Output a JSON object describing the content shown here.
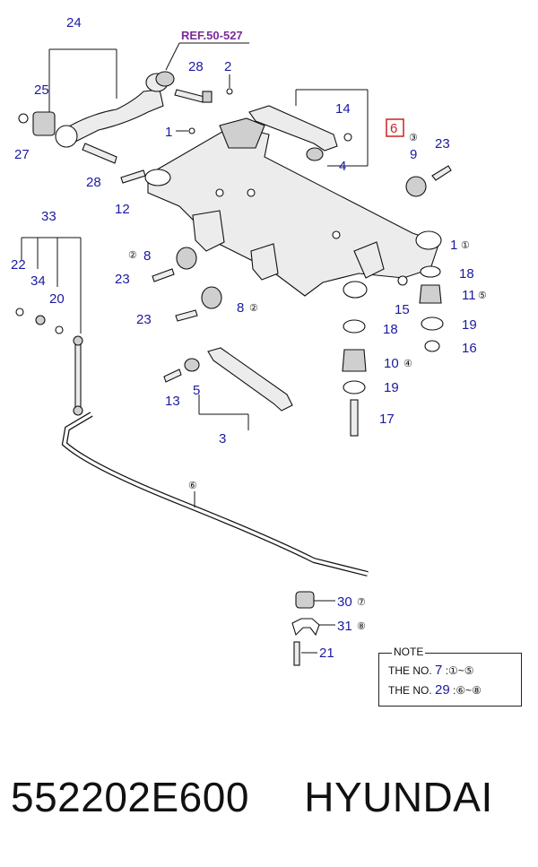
{
  "ref_label": "REF.50-527",
  "callouts": [
    {
      "id": "24",
      "text": "24"
    },
    {
      "id": "25",
      "text": "25"
    },
    {
      "id": "27",
      "text": "27"
    },
    {
      "id": "28a",
      "text": "28"
    },
    {
      "id": "28b",
      "text": "28"
    },
    {
      "id": "2",
      "text": "2"
    },
    {
      "id": "1a",
      "text": "1"
    },
    {
      "id": "14",
      "text": "14"
    },
    {
      "id": "6box",
      "text": "6"
    },
    {
      "id": "4",
      "text": "4"
    },
    {
      "id": "9",
      "text": "9"
    },
    {
      "id": "23a",
      "text": "23"
    },
    {
      "id": "12",
      "text": "12"
    },
    {
      "id": "33",
      "text": "33"
    },
    {
      "id": "22",
      "text": "22"
    },
    {
      "id": "34",
      "text": "34"
    },
    {
      "id": "20",
      "text": "20"
    },
    {
      "id": "1b",
      "text": "1"
    },
    {
      "id": "8a",
      "text": "8"
    },
    {
      "id": "23b",
      "text": "23"
    },
    {
      "id": "18a",
      "text": "18"
    },
    {
      "id": "11",
      "text": "11"
    },
    {
      "id": "15",
      "text": "15"
    },
    {
      "id": "8b",
      "text": "8"
    },
    {
      "id": "23c",
      "text": "23"
    },
    {
      "id": "18b",
      "text": "18"
    },
    {
      "id": "19a",
      "text": "19"
    },
    {
      "id": "16",
      "text": "16"
    },
    {
      "id": "10",
      "text": "10"
    },
    {
      "id": "13",
      "text": "13"
    },
    {
      "id": "5",
      "text": "5"
    },
    {
      "id": "19b",
      "text": "19"
    },
    {
      "id": "17",
      "text": "17"
    },
    {
      "id": "3",
      "text": "3"
    },
    {
      "id": "30",
      "text": "30"
    },
    {
      "id": "31",
      "text": "31"
    },
    {
      "id": "21",
      "text": "21"
    }
  ],
  "circled": {
    "c3": "③",
    "c1": "①",
    "c2a": "②",
    "c2b": "②",
    "c5": "⑤",
    "c4": "④",
    "c6": "⑥",
    "c7": "⑦",
    "c8": "⑧"
  },
  "note": {
    "title": "NOTE",
    "line1_prefix": "THE NO.",
    "line1_num": "7",
    "line1_range": ":①~⑤",
    "line2_prefix": "THE NO.",
    "line2_num": "29",
    "line2_range": ":⑥~⑧"
  },
  "footer": {
    "part_number": "552202E600",
    "brand": "HYUNDAI"
  },
  "colors": {
    "label_blue": "#1a1aa0",
    "ref_purple": "#7a2a9a",
    "highlight_red": "#cc2222"
  }
}
